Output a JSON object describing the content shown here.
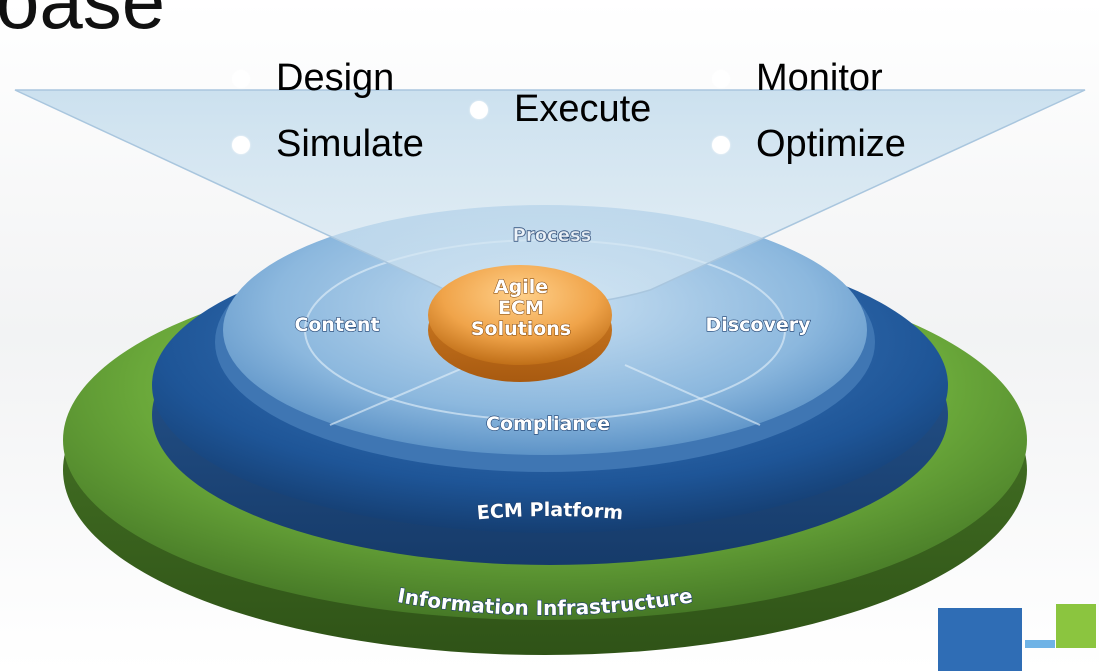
{
  "top_fragment": "oase",
  "process_steps": {
    "left": [
      "Design",
      "Simulate"
    ],
    "middle": [
      "Execute"
    ],
    "right": [
      "Monitor",
      "Optimize"
    ]
  },
  "rings": {
    "outer": "Information Infrastructure",
    "platform": "ECM Platform",
    "segments": {
      "top": "Process",
      "left": "Content",
      "right": "Discovery",
      "bottom": "Compliance"
    },
    "core": [
      "Agile",
      "ECM",
      "Solutions"
    ]
  },
  "colors": {
    "outer_ring": "#5f9a35",
    "platform_ring": "#1c4f8c",
    "inner_disc": "#8fb9dd",
    "core": "#e89a3c",
    "fan": "#bcd7ea"
  }
}
